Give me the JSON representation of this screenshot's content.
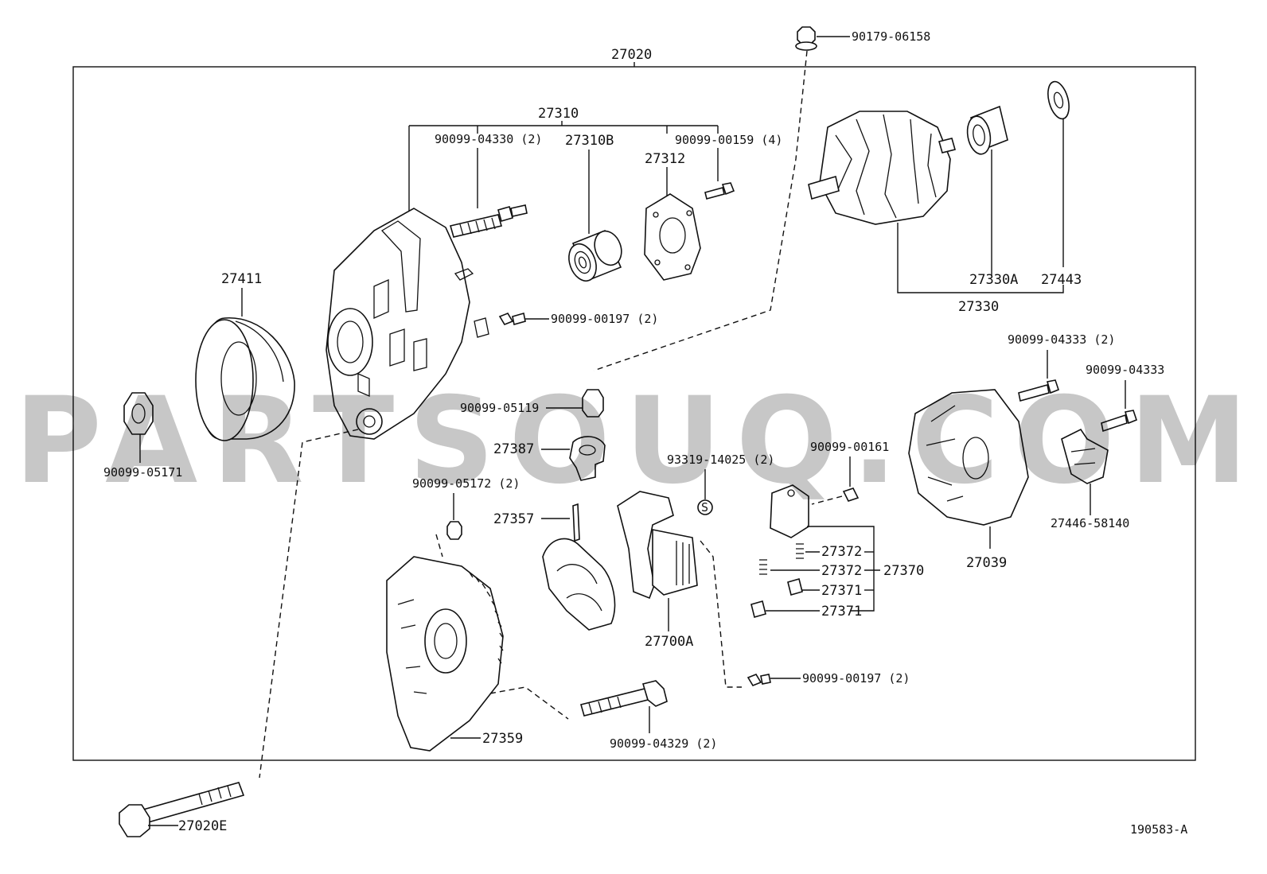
{
  "watermark": "PARTSOUQ.COM",
  "diagram_id": "190583-A",
  "labels": {
    "p27020": "27020",
    "p90179_06158": "90179-06158",
    "p27310": "27310",
    "p90099_04330": "90099-04330 (2)",
    "p27310B": "27310B",
    "p90099_00159": "90099-00159 (4)",
    "p27312": "27312",
    "p27411": "27411",
    "p90099_00197a": "90099-00197 (2)",
    "p27330A": "27330A",
    "p27443": "27443",
    "p27330": "27330",
    "p90099_04333_2": "90099-04333 (2)",
    "p90099_04333": "90099-04333",
    "p90099_05119": "90099-05119",
    "p27387": "27387",
    "p90099_05171": "90099-05171",
    "p93319_14025": "93319-14025 (2)",
    "p90099_00161": "90099-00161",
    "p90099_05172": "90099-05172 (2)",
    "p27357": "27357",
    "s_mark": "S",
    "p27372a": "27372",
    "p27372b": "27372",
    "p27370": "27370",
    "p27371a": "27371",
    "p27371b": "27371",
    "p27039": "27039",
    "p27446_58140": "27446-58140",
    "p27700A": "27700A",
    "p90099_00197b": "90099-00197 (2)",
    "p27359": "27359",
    "p90099_04329": "90099-04329 (2)",
    "p27020E": "27020E"
  }
}
